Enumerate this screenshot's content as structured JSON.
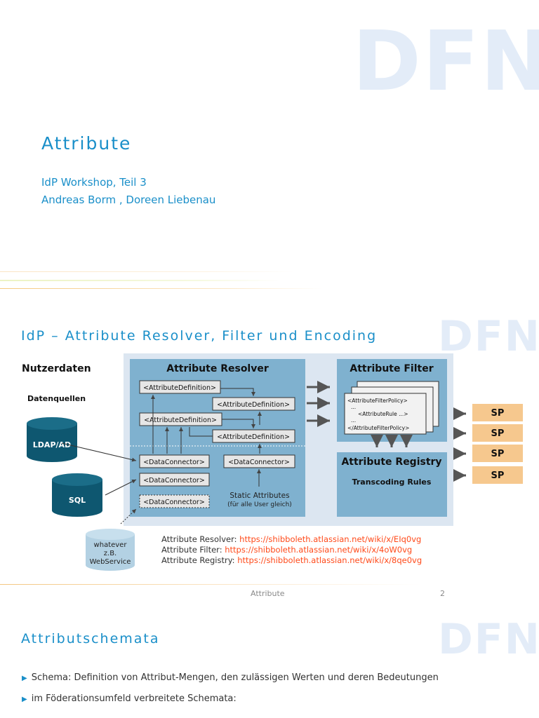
{
  "slide1": {
    "watermark": "DFN",
    "title": "Attribute",
    "subtitle1": "IdP Workshop, Teil 3",
    "subtitle2": "Andreas Borm , Doreen Liebenau"
  },
  "slide2": {
    "watermark": "DFN",
    "title": "IdP – Attribute Resolver, Filter und Encoding",
    "diagram": {
      "nutzerdaten": "Nutzerdaten",
      "datenquellen": "Datenquellen",
      "ldap": "LDAP/AD",
      "sql": "SQL",
      "whatever1": "whatever",
      "whatever2": "z.B.",
      "whatever3": "WebService",
      "resolver_title": "Attribute Resolver",
      "attr_def": "<AttributeDefinition>",
      "data_conn": "<DataConnector>",
      "static1": "Static Attributes",
      "static2": "(für alle User gleich)",
      "filter_title": "Attribute Filter",
      "policy1": "<AttributeFilterPolicy>",
      "policy2": "...",
      "policy3": "<AttributeRule ...>",
      "policy4": "...",
      "policy5": "</AttributeFilterPolicy>",
      "registry_title": "Attribute Registry",
      "registry_sub": "Transcoding Rules",
      "sp": "SP"
    },
    "links": [
      {
        "label": "Attribute Resolver: ",
        "url": "https://shibboleth.atlassian.net/wiki/x/EIq0vg"
      },
      {
        "label": "Attribute Filter: ",
        "url": "https://shibboleth.atlassian.net/wiki/x/4oW0vg"
      },
      {
        "label": "Attribute Registry: ",
        "url": "https://shibboleth.atlassian.net/wiki/x/8qe0vg"
      }
    ],
    "footer_title": "Attribute",
    "page_number": "2"
  },
  "slide3": {
    "watermark": "DFN",
    "title": "Attributschemata",
    "bullets": [
      "Schema: Definition von Attribut-Mengen, den zulässigen Werten und deren Bedeutungen",
      "im Föderationsumfeld verbreitete Schemata:"
    ]
  },
  "colors": {
    "accent": "#1a8fc9",
    "diagram_outer": "#dce6f1",
    "diagram_box": "#7fb1cf",
    "sp_fill": "#f6c88e",
    "db_fill": "#0e5770",
    "link": "#ff4a1a"
  }
}
